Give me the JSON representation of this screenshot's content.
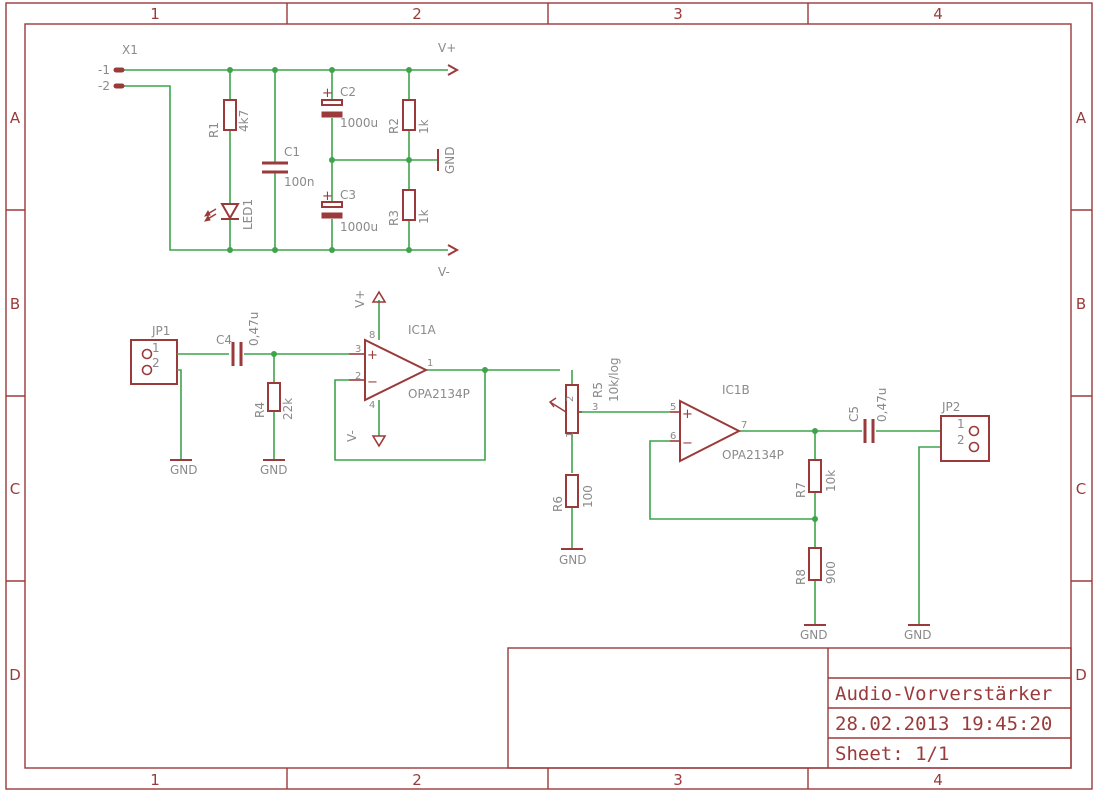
{
  "frame": {
    "cols": [
      "1",
      "2",
      "3",
      "4"
    ],
    "rows": [
      "A",
      "B",
      "C",
      "D"
    ]
  },
  "title_block": {
    "title": "Audio-Vorverstärker",
    "datetime": "28.02.2013 19:45:20",
    "sheet": "Sheet: 1/1"
  },
  "labels": {
    "x1": "X1",
    "x1_pin1": "-1",
    "x1_pin2": "-2",
    "vplus": "V+",
    "vminus": "V-",
    "gnd": "GND",
    "r1": "R1",
    "r1_val": "4k7",
    "led1": "LED1",
    "c1": "C1",
    "c1_val": "100n",
    "c2": "C2",
    "c2_val": "1000u",
    "c3": "C3",
    "c3_val": "1000u",
    "r2": "R2",
    "r2_val": "1k",
    "r3": "R3",
    "r3_val": "1k",
    "jp1": "JP1",
    "jp2": "JP2",
    "pin1": "1",
    "pin2": "2",
    "pin3": "3",
    "pin4": "4",
    "pin5": "5",
    "pin6": "6",
    "pin7": "7",
    "pin8": "8",
    "c4": "C4",
    "c4_val": "0,47u",
    "r4": "R4",
    "r4_val": "22k",
    "ic1a": "IC1A",
    "ic1b": "IC1B",
    "opamp": "OPA2134P",
    "r5": "R5",
    "r5_val": "10k/log",
    "r6": "R6",
    "r6_val": "100",
    "r7": "R7",
    "r7_val": "10k",
    "r8": "R8",
    "r8_val": "900",
    "c5": "C5",
    "c5_val": "0,47u",
    "plus": "+",
    "minus": "−"
  }
}
